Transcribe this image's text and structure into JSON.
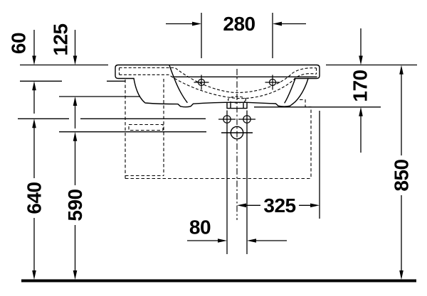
{
  "drawing": {
    "kind": "technical dimension drawing, washbasin front elevation",
    "background": "#ffffff",
    "line_color": "#000000",
    "dimension_labels": {
      "d280": "280",
      "d60": "60",
      "d125": "125",
      "d170": "170",
      "d640": "640",
      "d590": "590",
      "d850": "850",
      "d325": "325",
      "d80": "80"
    }
  }
}
